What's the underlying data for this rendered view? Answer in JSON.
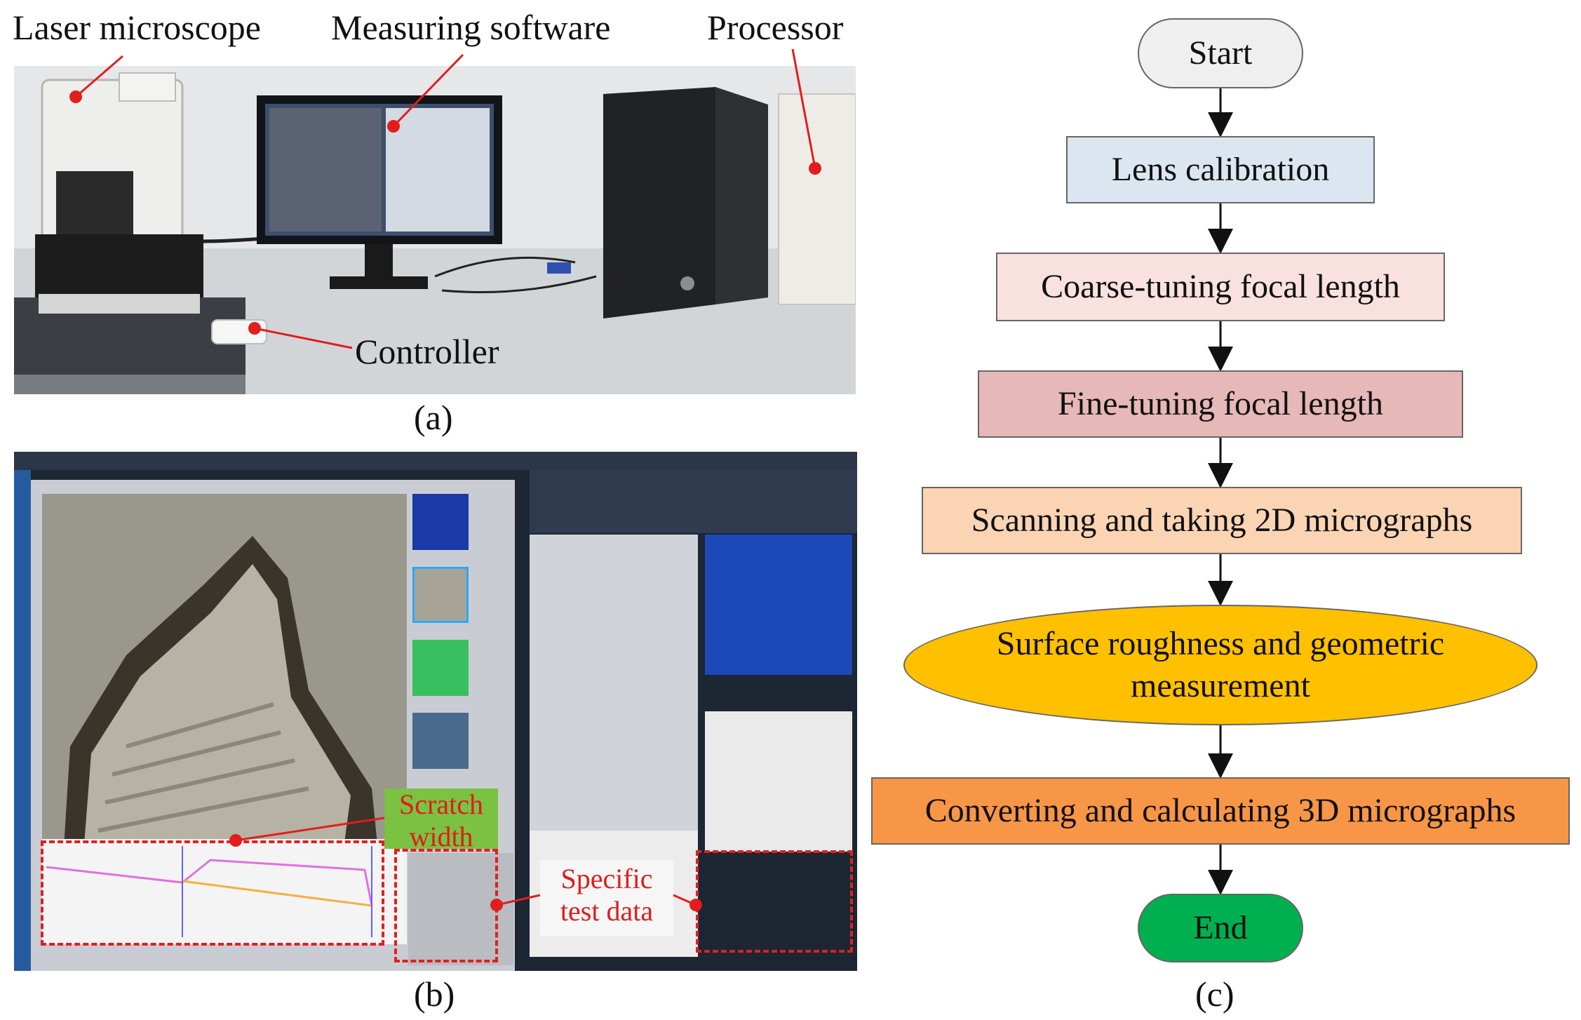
{
  "panel_a": {
    "labels": {
      "laser_microscope": "Laser microscope",
      "measuring_software": "Measuring software",
      "processor": "Processor",
      "controller": "Controller"
    },
    "caption": "(a)",
    "colors": {
      "pointer": "#e21d1d"
    }
  },
  "panel_b": {
    "caption": "(b)",
    "annotations": {
      "scratch_width": "Scratch width",
      "specific_test_data": "Specific test data"
    },
    "colors": {
      "annotation_text": "#e01c1c",
      "annotation_bg_green": "#7bc142",
      "dash": "#e02020"
    }
  },
  "panel_c": {
    "caption": "(c)",
    "steps": {
      "start": "Start",
      "lens_calibration": "Lens calibration",
      "coarse_tuning": "Coarse-tuning focal length",
      "fine_tuning": "Fine-tuning focal length",
      "scanning": "Scanning and taking 2D micrographs",
      "surface": "Surface roughness and geometric measurement",
      "converting": "Converting and calculating 3D micrographs",
      "end": "End"
    },
    "colors": {
      "start": "#efefef",
      "lens_calibration": "#dce6f1",
      "coarse_tuning": "#f8e1df",
      "fine_tuning": "#e6b8b7",
      "scanning": "#fbd4b4",
      "surface": "#ffc000",
      "converting": "#f79646",
      "end": "#00b050"
    }
  }
}
